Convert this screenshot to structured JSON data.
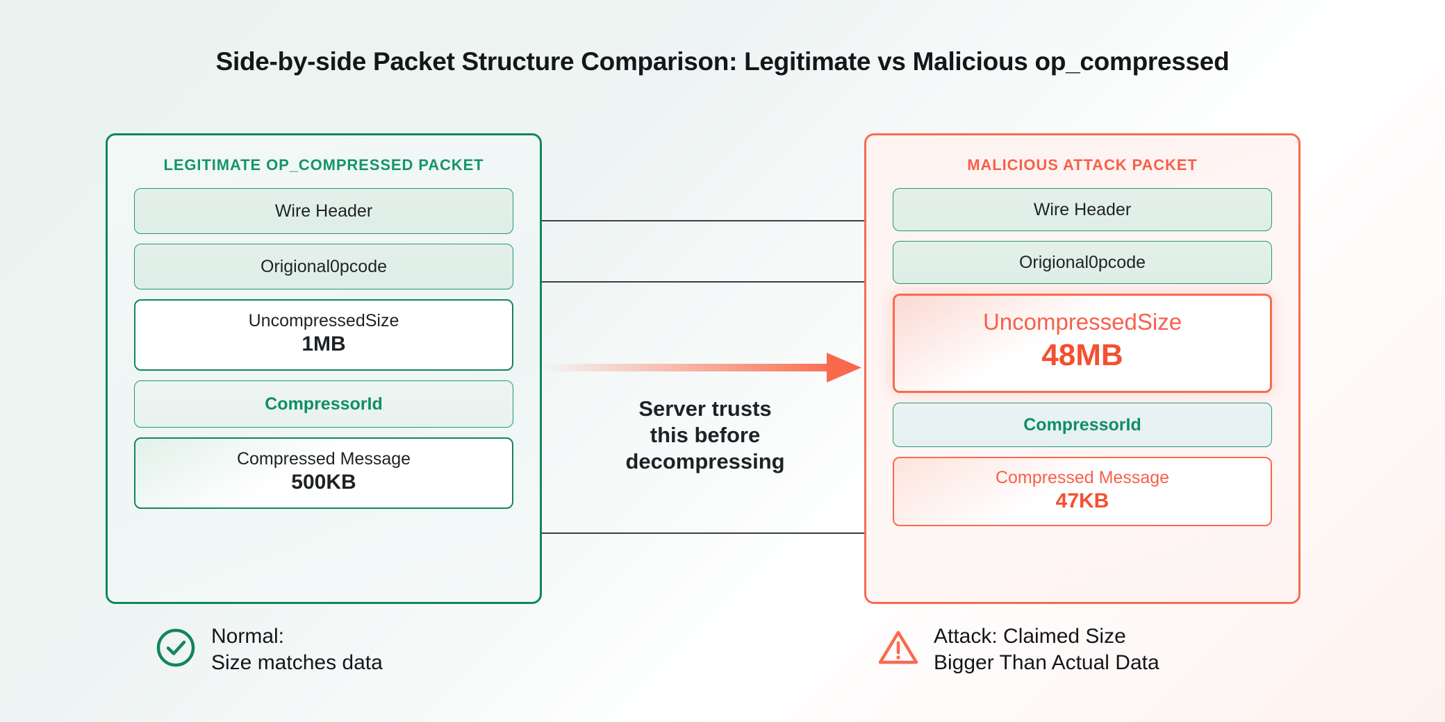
{
  "title": "Side-by-side Packet Structure Comparison: Legitimate vs Malicious op_compressed",
  "colors": {
    "green": "#12855c",
    "green_text": "#0f8f63",
    "red": "#f96a4d",
    "red_text": "#f7604a",
    "ink": "#1d2226"
  },
  "left_panel": {
    "heading": "LEGITIMATE OP_COMPRESSED PACKET",
    "rows": [
      {
        "label": "Wire Header",
        "value": ""
      },
      {
        "label": "Origional0pcode",
        "value": ""
      },
      {
        "label": "UncompressedSize",
        "value": "1MB"
      },
      {
        "label": "CompressorId",
        "value": ""
      },
      {
        "label": "Compressed Message",
        "value": "500KB"
      }
    ]
  },
  "right_panel": {
    "heading": "MALICIOUS ATTACK PACKET",
    "rows": [
      {
        "label": "Wire Header",
        "value": ""
      },
      {
        "label": "Origional0pcode",
        "value": ""
      },
      {
        "label": "UncompressedSize",
        "value": "48MB"
      },
      {
        "label": "CompressorId",
        "value": ""
      },
      {
        "label": "Compressed Message",
        "value": "47KB"
      }
    ]
  },
  "center": {
    "note_line1": "Server trusts",
    "note_line2": "this before",
    "note_line3": "decompressing"
  },
  "legend": {
    "normal": {
      "line1": "Normal:",
      "line2": "Size matches data",
      "icon": "check-circle-icon"
    },
    "attack": {
      "line1": "Attack: Claimed Size",
      "line2": "Bigger Than Actual Data",
      "icon": "warning-triangle-icon"
    }
  }
}
